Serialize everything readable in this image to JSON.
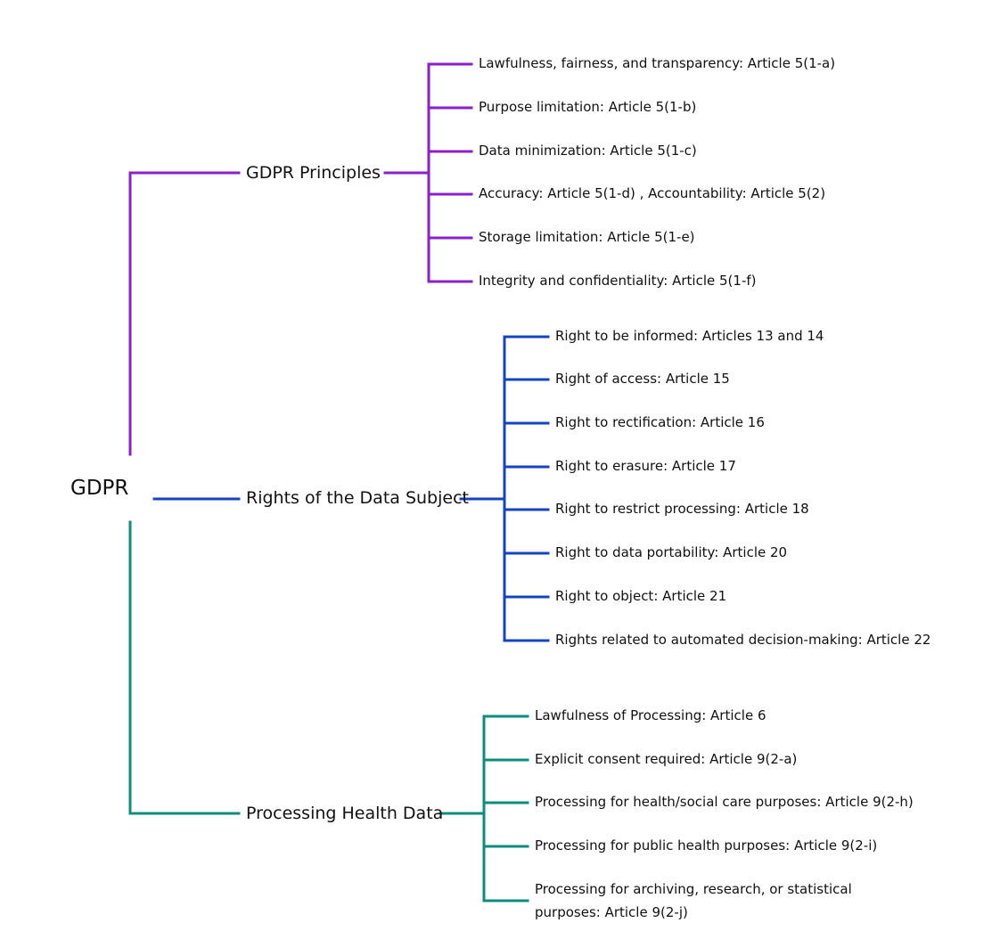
{
  "root": {
    "label": "GDPR"
  },
  "colors": {
    "principles": "#8B1FC9",
    "rights": "#1544C3",
    "health": "#0E8C7C"
  },
  "branches": {
    "principles": {
      "label": "GDPR Principles",
      "items": [
        "Lawfulness, fairness, and transparency: Article 5(1-a)",
        "Purpose limitation: Article 5(1-b)",
        "Data minimization: Article 5(1-c)",
        "Accuracy: Article 5(1-d) , Accountability: Article 5(2)",
        "Storage limitation: Article 5(1-e)",
        "Integrity and confidentiality: Article 5(1-f)"
      ]
    },
    "rights": {
      "label": "Rights of the Data Subject",
      "items": [
        "Right to be informed: Articles 13 and 14",
        "Right of access: Article 15",
        "Right to rectification: Article 16",
        "Right to erasure: Article 17",
        "Right to restrict processing: Article 18",
        "Right to data portability: Article 20",
        "Right to object: Article 21",
        "Rights related to automated decision-making: Article 22"
      ]
    },
    "health": {
      "label": "Processing Health Data",
      "items": [
        "Lawfulness of Processing:  Article 6",
        "Explicit consent required: Article 9(2-a)",
        "Processing for health/social care purposes: Article 9(2-h)",
        "Processing for public health purposes: Article 9(2-i)",
        "Processing for archiving, research, or statistical purposes: Article 9(2-j)"
      ]
    }
  }
}
